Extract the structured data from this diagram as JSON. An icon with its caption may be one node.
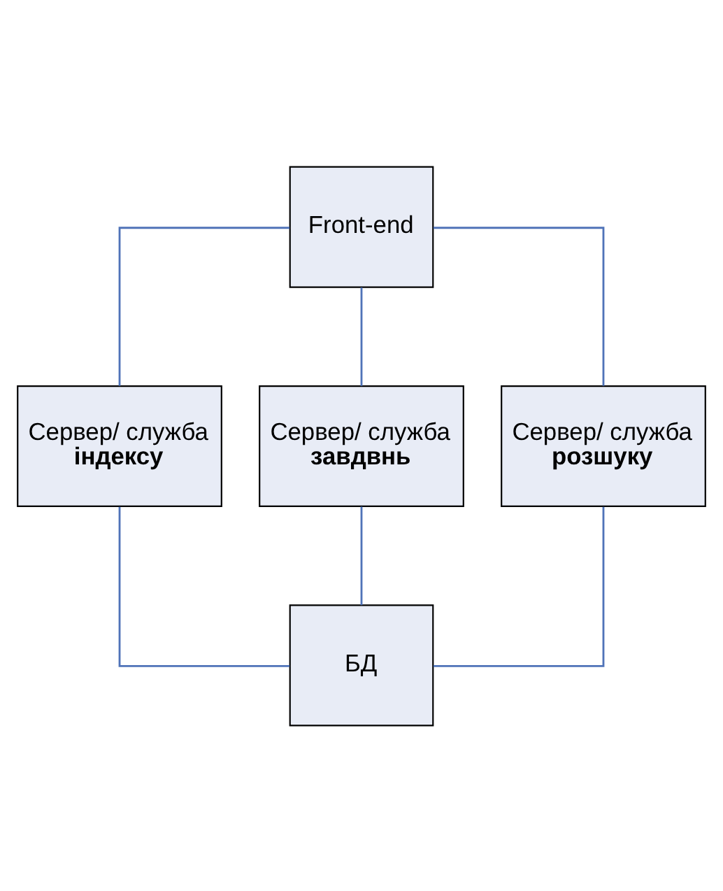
{
  "diagram": {
    "nodes": [
      {
        "text": [
          "Front-end"
        ]
      },
      {
        "text": [
          "Сервер/ служба",
          "індексу"
        ]
      },
      {
        "text": [
          "Сервер/ служба",
          "завдвнь"
        ]
      },
      {
        "text": [
          "Сервер/ служба",
          "розшуку"
        ]
      },
      {
        "text": [
          "БД"
        ]
      }
    ],
    "edges": [
      {
        "from": 0,
        "to": 1,
        "arrow": "none"
      },
      {
        "from": 0,
        "to": 2,
        "arrow": "none"
      },
      {
        "from": 0,
        "to": 3,
        "arrow": "none"
      },
      {
        "from": 1,
        "to": 4,
        "arrow": "none"
      },
      {
        "from": 2,
        "to": 4,
        "arrow": "none"
      },
      {
        "from": 3,
        "to": 4,
        "arrow": "none"
      }
    ]
  }
}
